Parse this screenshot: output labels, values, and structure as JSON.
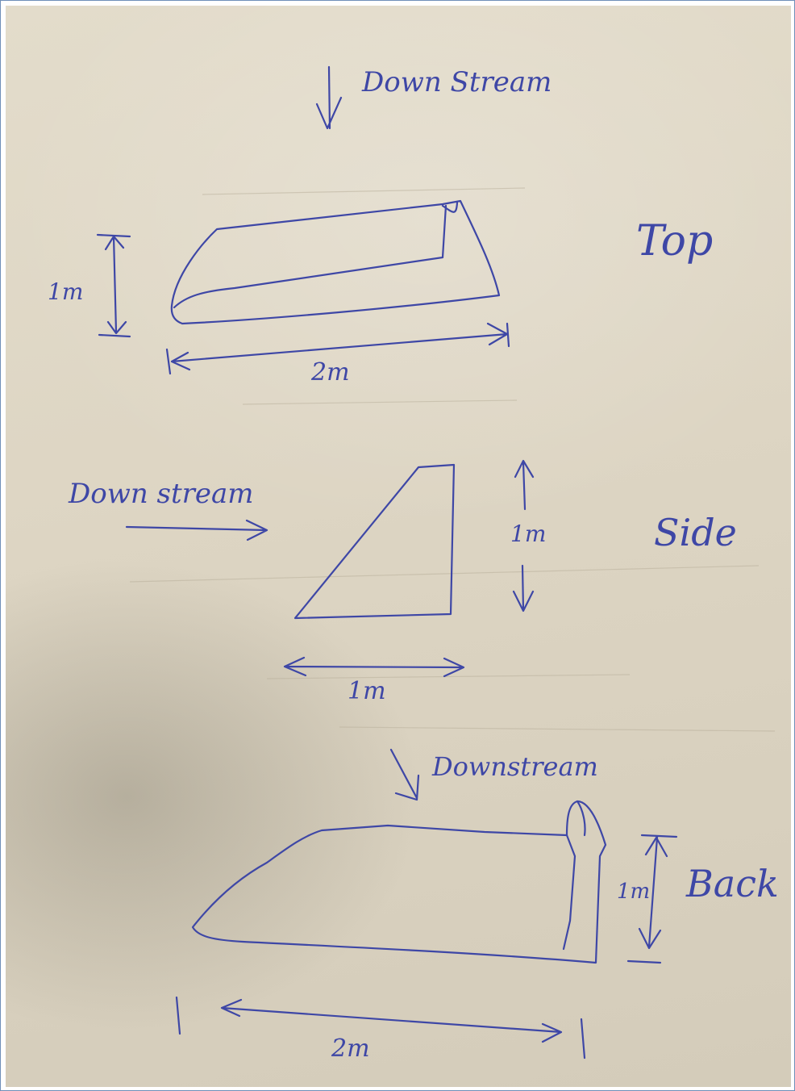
{
  "top_view": {
    "flow_label": "Down Stream",
    "view_label": "Top",
    "height_label": "1m",
    "width_label": "2m"
  },
  "side_view": {
    "flow_label": "Down stream",
    "view_label": "Side",
    "height_label": "1m",
    "width_label": "1m"
  },
  "back_view": {
    "flow_label": "Downstream",
    "view_label": "Back",
    "height_label": "1m",
    "width_label": "2m"
  },
  "colors": {
    "ink": "#3e47a6",
    "paper": "#ddd5c3",
    "frame": "#6f8fb8"
  }
}
